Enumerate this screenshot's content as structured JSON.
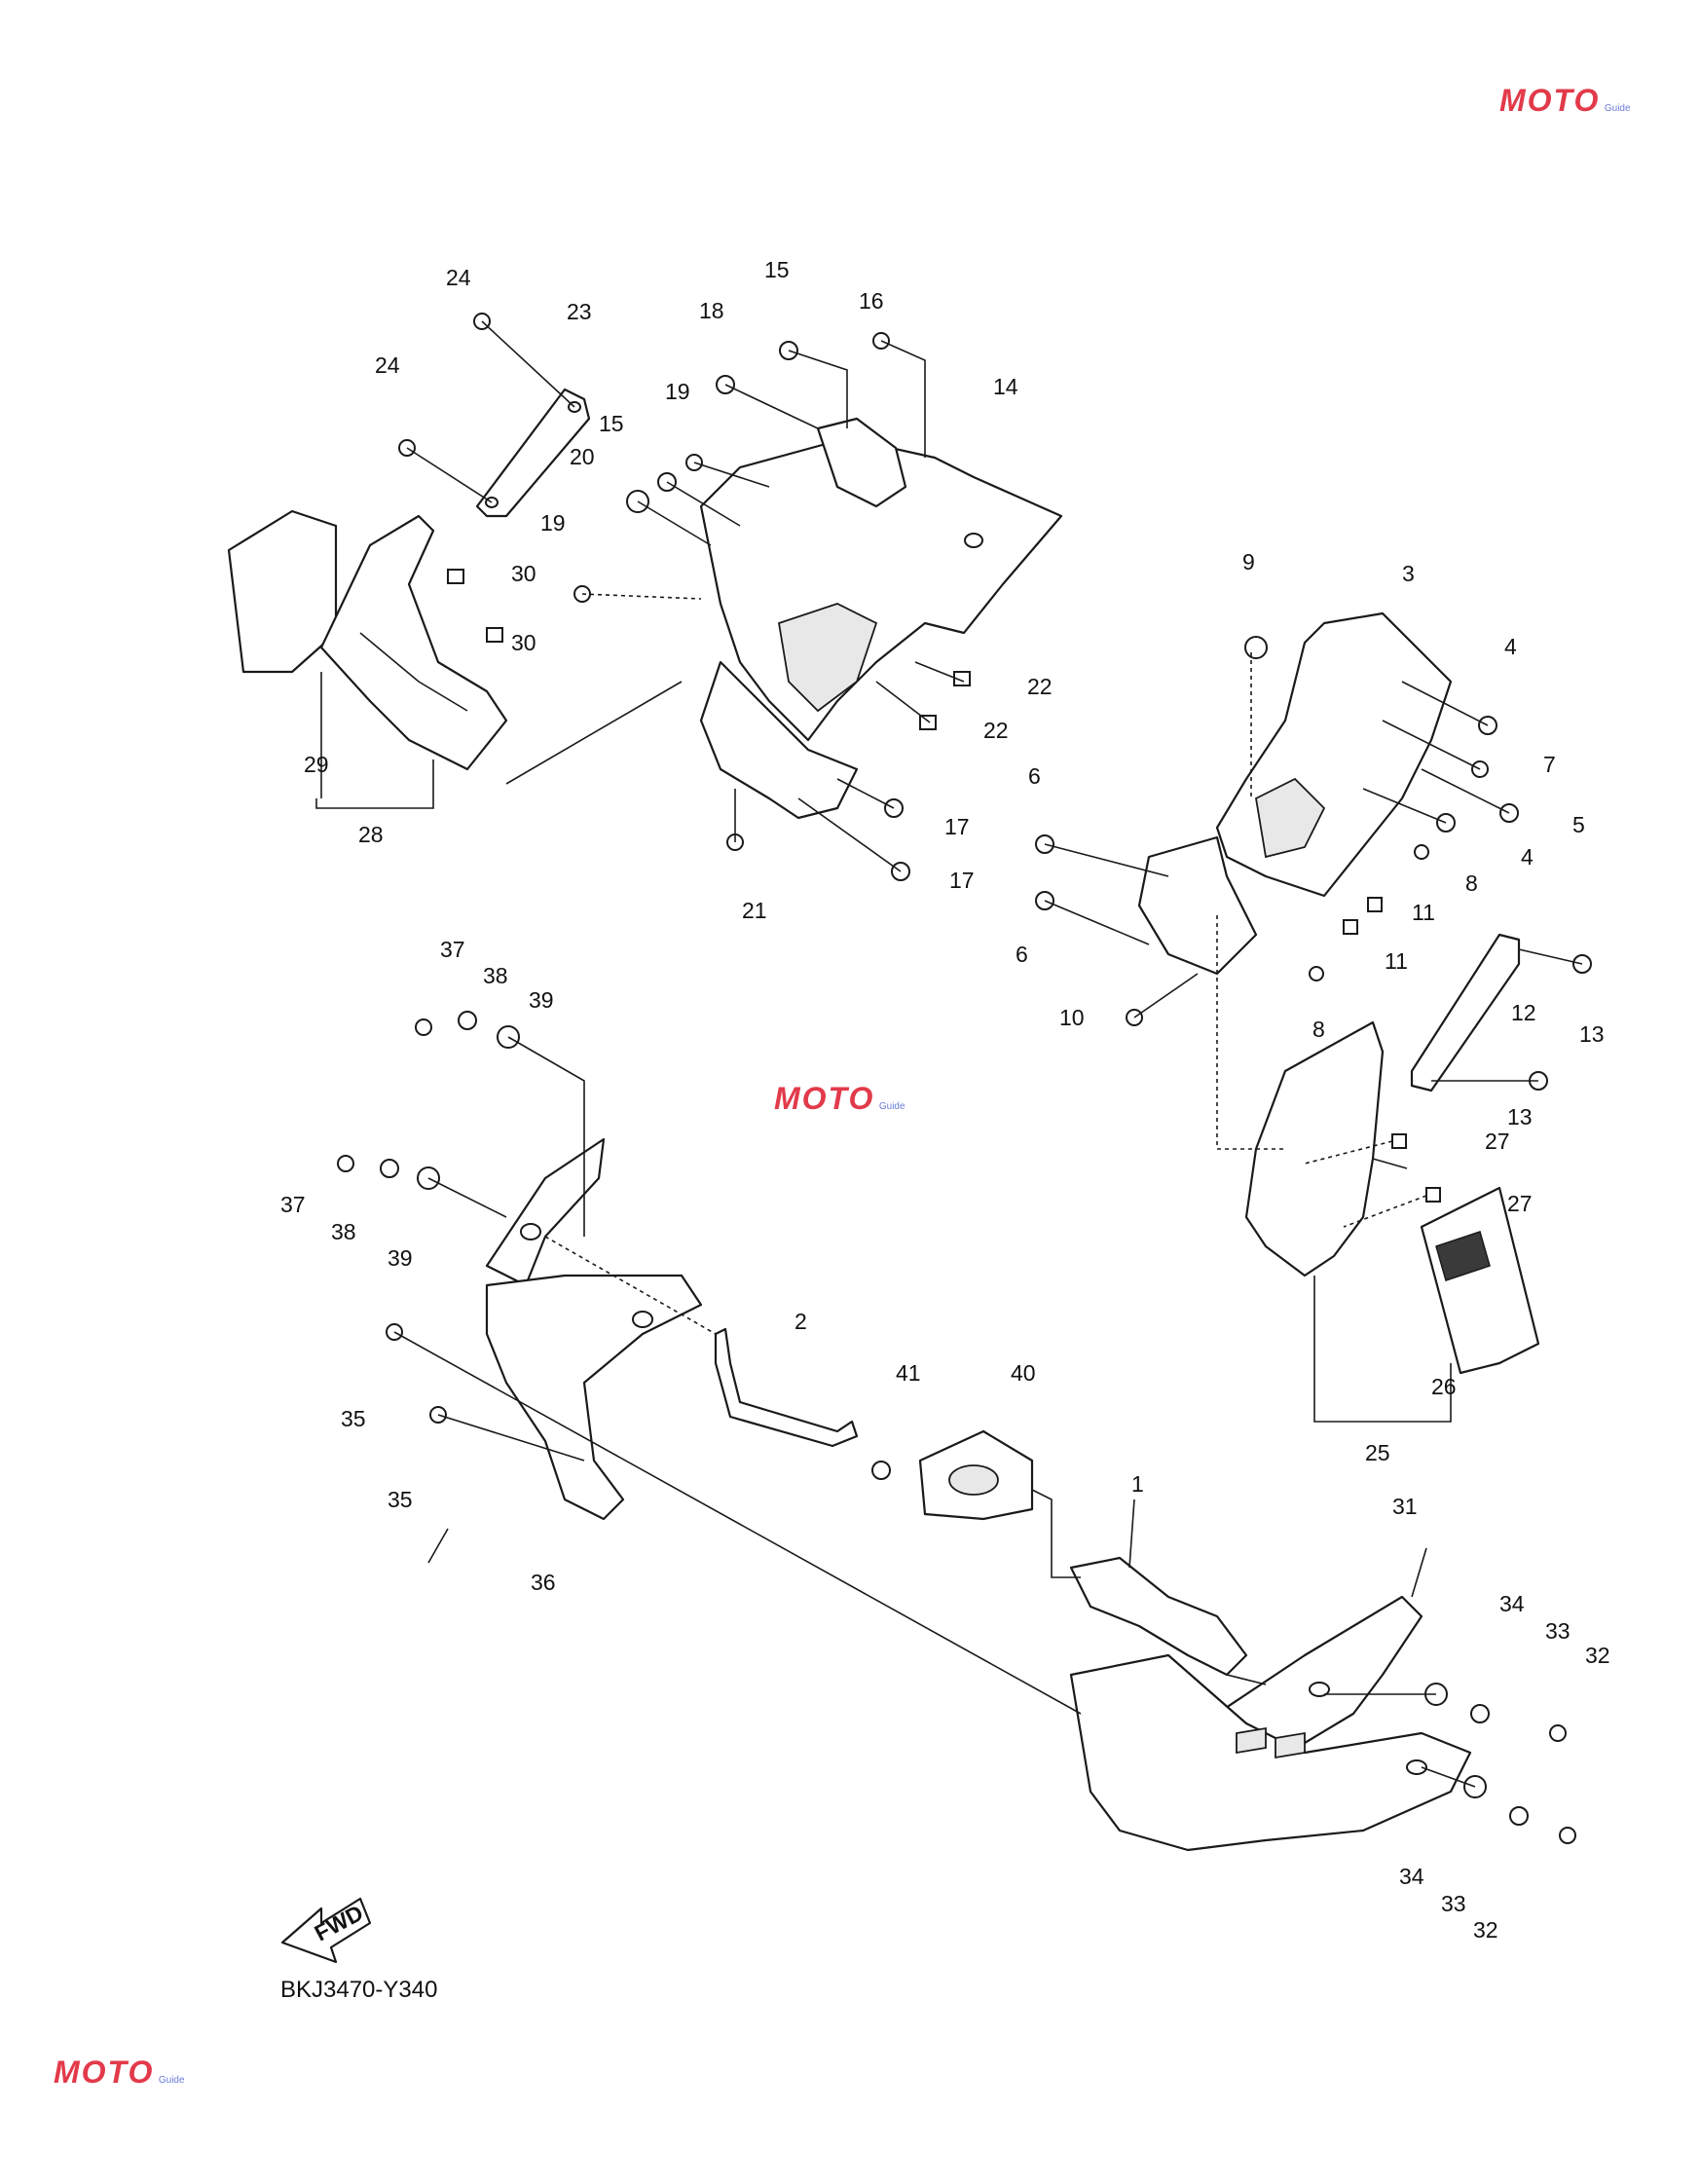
{
  "diagram_code": "BKJ3470-Y340",
  "fwd_label": "FWD",
  "watermark": {
    "brand": "MOTO",
    "tagline": "Guide"
  },
  "parts": [
    {
      "num": "1"
    },
    {
      "num": "2"
    },
    {
      "num": "3"
    },
    {
      "num": "4"
    },
    {
      "num": "5"
    },
    {
      "num": "6"
    },
    {
      "num": "7"
    },
    {
      "num": "8"
    },
    {
      "num": "9"
    },
    {
      "num": "10"
    },
    {
      "num": "11"
    },
    {
      "num": "12"
    },
    {
      "num": "13"
    },
    {
      "num": "14"
    },
    {
      "num": "15"
    },
    {
      "num": "16"
    },
    {
      "num": "17"
    },
    {
      "num": "18"
    },
    {
      "num": "19"
    },
    {
      "num": "20"
    },
    {
      "num": "21"
    },
    {
      "num": "22"
    },
    {
      "num": "23"
    },
    {
      "num": "24"
    },
    {
      "num": "25"
    },
    {
      "num": "26"
    },
    {
      "num": "27"
    },
    {
      "num": "28"
    },
    {
      "num": "29"
    },
    {
      "num": "30"
    },
    {
      "num": "31"
    },
    {
      "num": "32"
    },
    {
      "num": "33"
    },
    {
      "num": "34"
    },
    {
      "num": "35"
    },
    {
      "num": "36"
    },
    {
      "num": "37"
    },
    {
      "num": "38"
    },
    {
      "num": "39"
    },
    {
      "num": "40"
    },
    {
      "num": "41"
    }
  ]
}
